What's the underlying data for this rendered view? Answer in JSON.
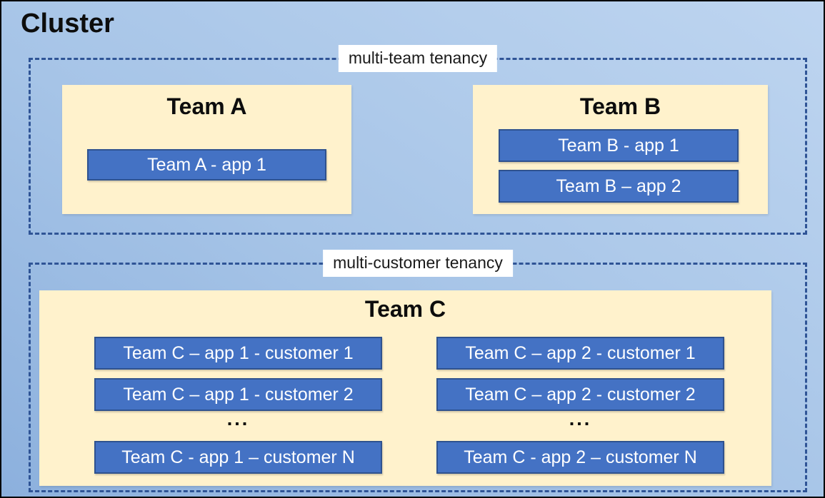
{
  "cluster": {
    "title": "Cluster"
  },
  "multi_team": {
    "label": "multi-team tenancy",
    "teams": [
      {
        "name": "Team A",
        "apps": [
          "Team A - app 1"
        ]
      },
      {
        "name": "Team B",
        "apps": [
          "Team B - app 1",
          "Team B – app 2"
        ]
      }
    ]
  },
  "multi_customer": {
    "label": "multi-customer tenancy",
    "team": {
      "name": "Team C",
      "columns": [
        {
          "apps": [
            "Team C – app 1 - customer 1",
            "Team C – app 1 - customer 2"
          ],
          "ellipsis": "...",
          "last_app": "Team C - app 1 – customer N"
        },
        {
          "apps": [
            "Team C – app 2 - customer 1",
            "Team C – app 2 - customer 2"
          ],
          "ellipsis": "...",
          "last_app": "Team C - app 2 – customer N"
        }
      ]
    }
  },
  "colors": {
    "canvas_gradient_light": "#BED5F0",
    "canvas_gradient_dark": "#8CB0DD",
    "team_panel_fill": "#FFF2CC",
    "app_box_fill": "#4472C4",
    "app_box_border": "#2F528F",
    "dashed_border": "#2F5496",
    "label_background": "#FFFFFF",
    "outer_border": "#000000",
    "app_text": "#FFFFFF",
    "title_text": "#0D0D0D"
  }
}
